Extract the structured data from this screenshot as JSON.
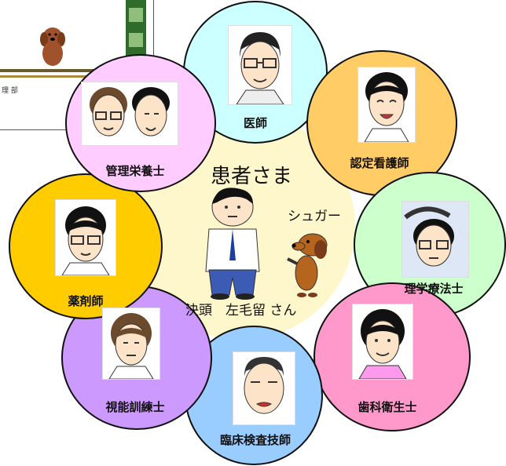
{
  "center": {
    "title": "患者さま",
    "pet_name": "シュガー",
    "patient_name": "決頭　左毛留 さん"
  },
  "roles": [
    {
      "label": "医師",
      "color": "#ccffff"
    },
    {
      "label": "認定看護師",
      "color": "#ffcc66"
    },
    {
      "label": "理学療法士",
      "color": "#ccffcc"
    },
    {
      "label": "歯科衛生士",
      "color": "#ff99cc"
    },
    {
      "label": "臨床検査技師",
      "color": "#99ccff"
    },
    {
      "label": "視能訓練士",
      "color": "#cc99ff"
    },
    {
      "label": "薬剤師",
      "color": "#ffcc00"
    },
    {
      "label": "管理栄養士",
      "color": "#ffccff"
    }
  ],
  "thumbnail": {
    "caption": "理 部"
  },
  "icons": {
    "doctor": "doctor-face-icon",
    "patient": "patient-figure-icon",
    "dog": "dog-icon"
  }
}
